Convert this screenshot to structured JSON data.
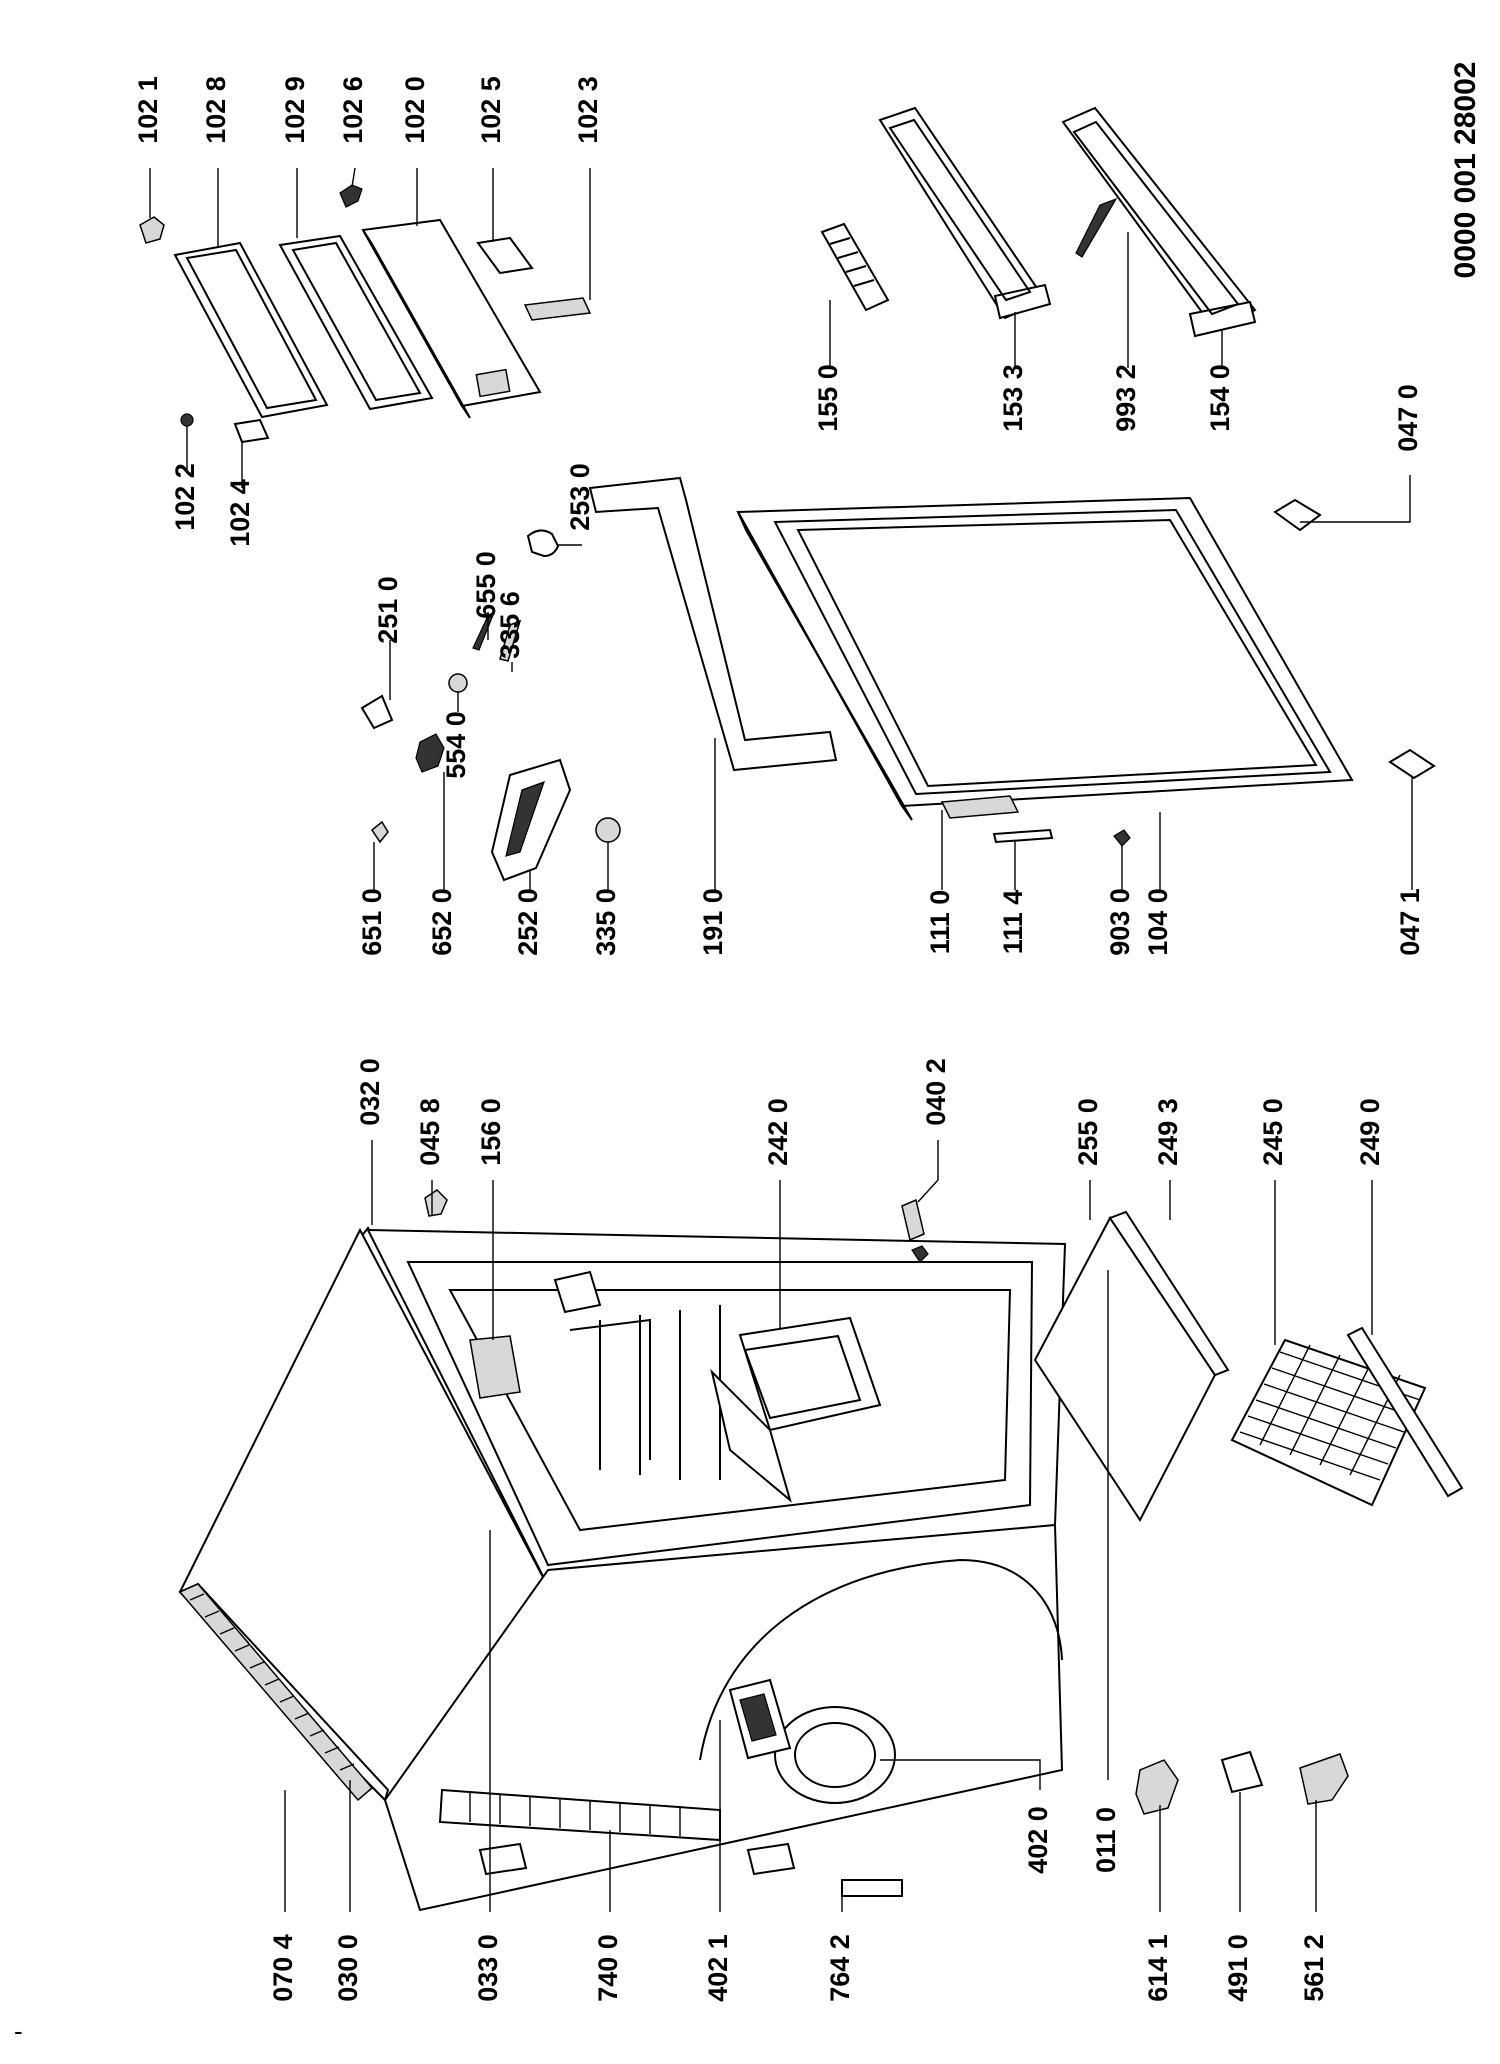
{
  "diagram": {
    "drawing_code": "0000 001 28002",
    "corner_mark": "-",
    "labels": [
      {
        "id": "label-1021",
        "text": "102 1"
      },
      {
        "id": "label-1028",
        "text": "102 8"
      },
      {
        "id": "label-1029",
        "text": "102 9"
      },
      {
        "id": "label-1026",
        "text": "102 6"
      },
      {
        "id": "label-1020",
        "text": "102 0"
      },
      {
        "id": "label-1025",
        "text": "102 5"
      },
      {
        "id": "label-1023",
        "text": "102 3"
      },
      {
        "id": "label-1022",
        "text": "102 2"
      },
      {
        "id": "label-1024",
        "text": "102 4"
      },
      {
        "id": "label-2530",
        "text": "253 0"
      },
      {
        "id": "label-2510",
        "text": "251 0"
      },
      {
        "id": "label-6550",
        "text": "655 0"
      },
      {
        "id": "label-3356",
        "text": "335 6"
      },
      {
        "id": "label-5540",
        "text": "554 0"
      },
      {
        "id": "label-6510",
        "text": "651 0"
      },
      {
        "id": "label-6520",
        "text": "652 0"
      },
      {
        "id": "label-2520",
        "text": "252 0"
      },
      {
        "id": "label-3350",
        "text": "335 0"
      },
      {
        "id": "label-1910",
        "text": "191 0"
      },
      {
        "id": "label-1110",
        "text": "111 0"
      },
      {
        "id": "label-1114",
        "text": "111 4"
      },
      {
        "id": "label-9030",
        "text": "903 0"
      },
      {
        "id": "label-1040",
        "text": "104 0"
      },
      {
        "id": "label-0471",
        "text": "047 1"
      },
      {
        "id": "label-1550",
        "text": "155 0"
      },
      {
        "id": "label-1533",
        "text": "153 3"
      },
      {
        "id": "label-9932",
        "text": "993 2"
      },
      {
        "id": "label-1540",
        "text": "154 0"
      },
      {
        "id": "label-0470",
        "text": "047 0"
      },
      {
        "id": "label-0320",
        "text": "032 0"
      },
      {
        "id": "label-0458",
        "text": "045 8"
      },
      {
        "id": "label-1560",
        "text": "156 0"
      },
      {
        "id": "label-2420",
        "text": "242 0"
      },
      {
        "id": "label-0402",
        "text": "040 2"
      },
      {
        "id": "label-2550",
        "text": "255 0"
      },
      {
        "id": "label-2493",
        "text": "249 3"
      },
      {
        "id": "label-2450",
        "text": "245 0"
      },
      {
        "id": "label-2490",
        "text": "249 0"
      },
      {
        "id": "label-0704",
        "text": "070 4"
      },
      {
        "id": "label-0300",
        "text": "030 0"
      },
      {
        "id": "label-0330",
        "text": "033 0"
      },
      {
        "id": "label-7400",
        "text": "740 0"
      },
      {
        "id": "label-4021",
        "text": "402 1"
      },
      {
        "id": "label-7642",
        "text": "764 2"
      },
      {
        "id": "label-4020",
        "text": "402 0"
      },
      {
        "id": "label-0110",
        "text": "011 0"
      },
      {
        "id": "label-6141",
        "text": "614 1"
      },
      {
        "id": "label-4910",
        "text": "491 0"
      },
      {
        "id": "label-5612",
        "text": "561 2"
      }
    ]
  }
}
